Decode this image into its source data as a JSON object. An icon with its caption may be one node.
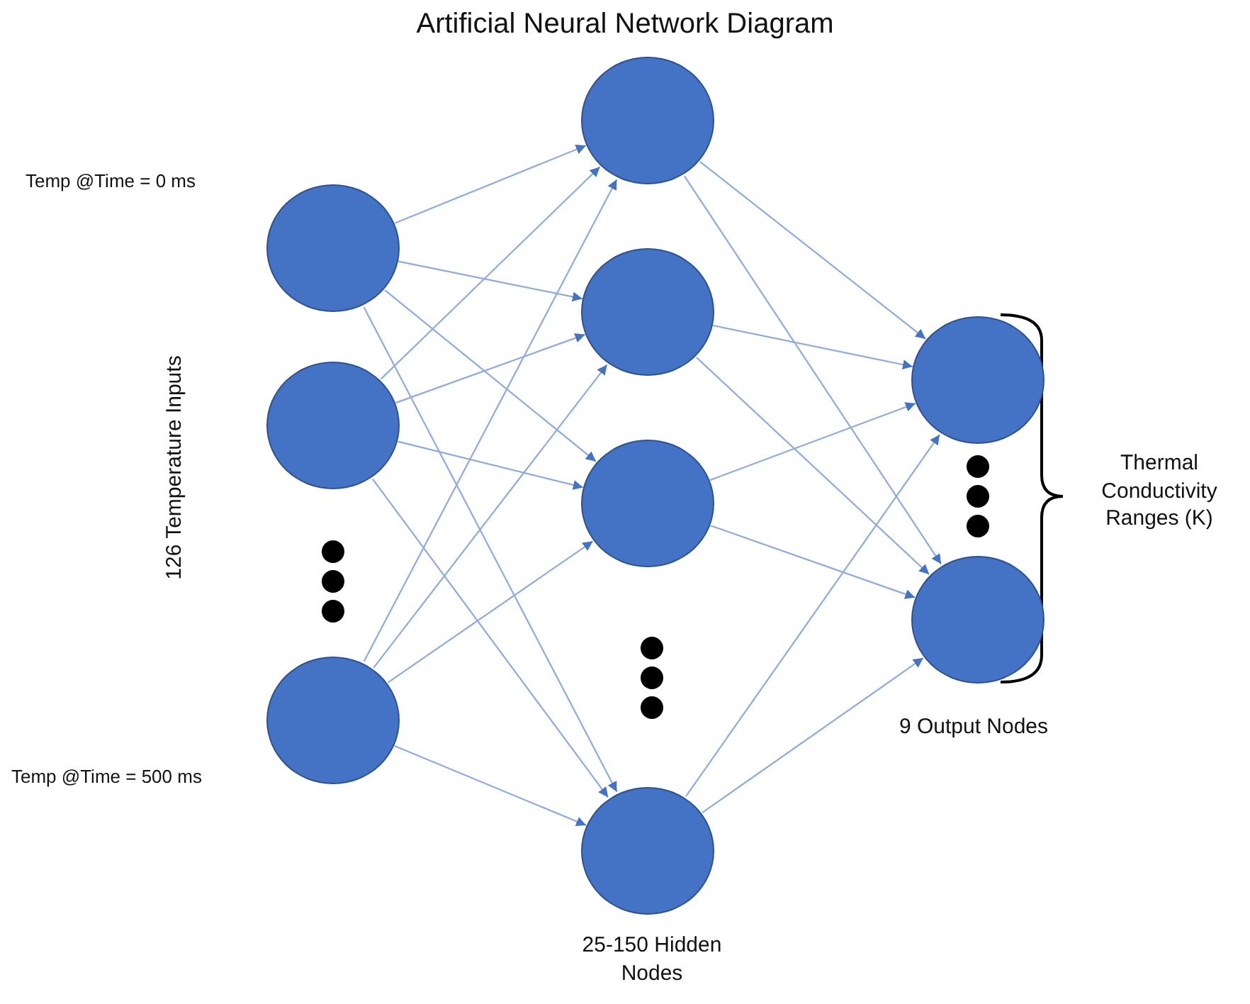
{
  "diagram": {
    "title": "Artificial Neural Network Diagram",
    "nodes": [
      {
        "text": [],
        "shape": "circle",
        "beside": [
          "Temp @Time = 0 ms"
        ]
      },
      {
        "text": [],
        "shape": "circle"
      },
      {
        "text": [],
        "shape": "circle",
        "beside": [
          "Temp @Time = 500 ms"
        ]
      },
      {
        "text": [],
        "shape": "circle"
      },
      {
        "text": [],
        "shape": "circle"
      },
      {
        "text": [],
        "shape": "circle"
      },
      {
        "text": [],
        "shape": "circle"
      },
      {
        "text": [],
        "shape": "circle"
      },
      {
        "text": [],
        "shape": "circle"
      }
    ],
    "edges": [
      {
        "from": 0,
        "to": 3,
        "arrow": "to"
      },
      {
        "from": 0,
        "to": 4,
        "arrow": "to"
      },
      {
        "from": 0,
        "to": 5,
        "arrow": "to"
      },
      {
        "from": 0,
        "to": 6,
        "arrow": "to"
      },
      {
        "from": 1,
        "to": 3,
        "arrow": "to"
      },
      {
        "from": 1,
        "to": 4,
        "arrow": "to"
      },
      {
        "from": 1,
        "to": 5,
        "arrow": "to"
      },
      {
        "from": 1,
        "to": 6,
        "arrow": "to"
      },
      {
        "from": 2,
        "to": 3,
        "arrow": "to"
      },
      {
        "from": 2,
        "to": 4,
        "arrow": "to"
      },
      {
        "from": 2,
        "to": 5,
        "arrow": "to"
      },
      {
        "from": 2,
        "to": 6,
        "arrow": "to"
      },
      {
        "from": 3,
        "to": 7,
        "arrow": "to"
      },
      {
        "from": 3,
        "to": 8,
        "arrow": "to"
      },
      {
        "from": 4,
        "to": 7,
        "arrow": "to"
      },
      {
        "from": 4,
        "to": 8,
        "arrow": "to"
      },
      {
        "from": 5,
        "to": 7,
        "arrow": "to"
      },
      {
        "from": 5,
        "to": 8,
        "arrow": "to"
      },
      {
        "from": 6,
        "to": 7,
        "arrow": "to"
      },
      {
        "from": 6,
        "to": 8,
        "arrow": "to"
      }
    ],
    "labels": [
      "126 Temperature Inputs",
      "25-150 Hidden Nodes",
      "9 Output Nodes",
      "Thermal Conductivity Ranges (K)"
    ]
  }
}
